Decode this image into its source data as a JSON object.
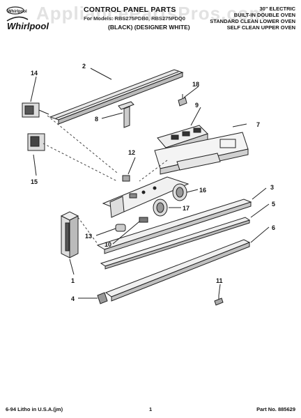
{
  "header": {
    "brand": "Whirlpool",
    "watermark": "AppliancePartsPros.com",
    "title": "CONTROL PANEL PARTS",
    "models": "For Models: RBS275PDB0, RBS275PDQ0",
    "finish": "(BLACK) (DESIGNER WHITE)",
    "spec_lines": [
      "30\" ELECTRIC",
      "BUILT-IN DOUBLE OVEN",
      "STANDARD CLEAN LOWER OVEN",
      "SELF CLEAN UPPER OVEN"
    ]
  },
  "callouts": [
    "1",
    "2",
    "3",
    "4",
    "5",
    "6",
    "7",
    "8",
    "9",
    "10",
    "11",
    "12",
    "13",
    "14",
    "15",
    "16",
    "17",
    "18"
  ],
  "footer": {
    "left": "6-94 Litho in U.S.A.(jm)",
    "page": "1",
    "part_no": "Part No. 885629"
  }
}
